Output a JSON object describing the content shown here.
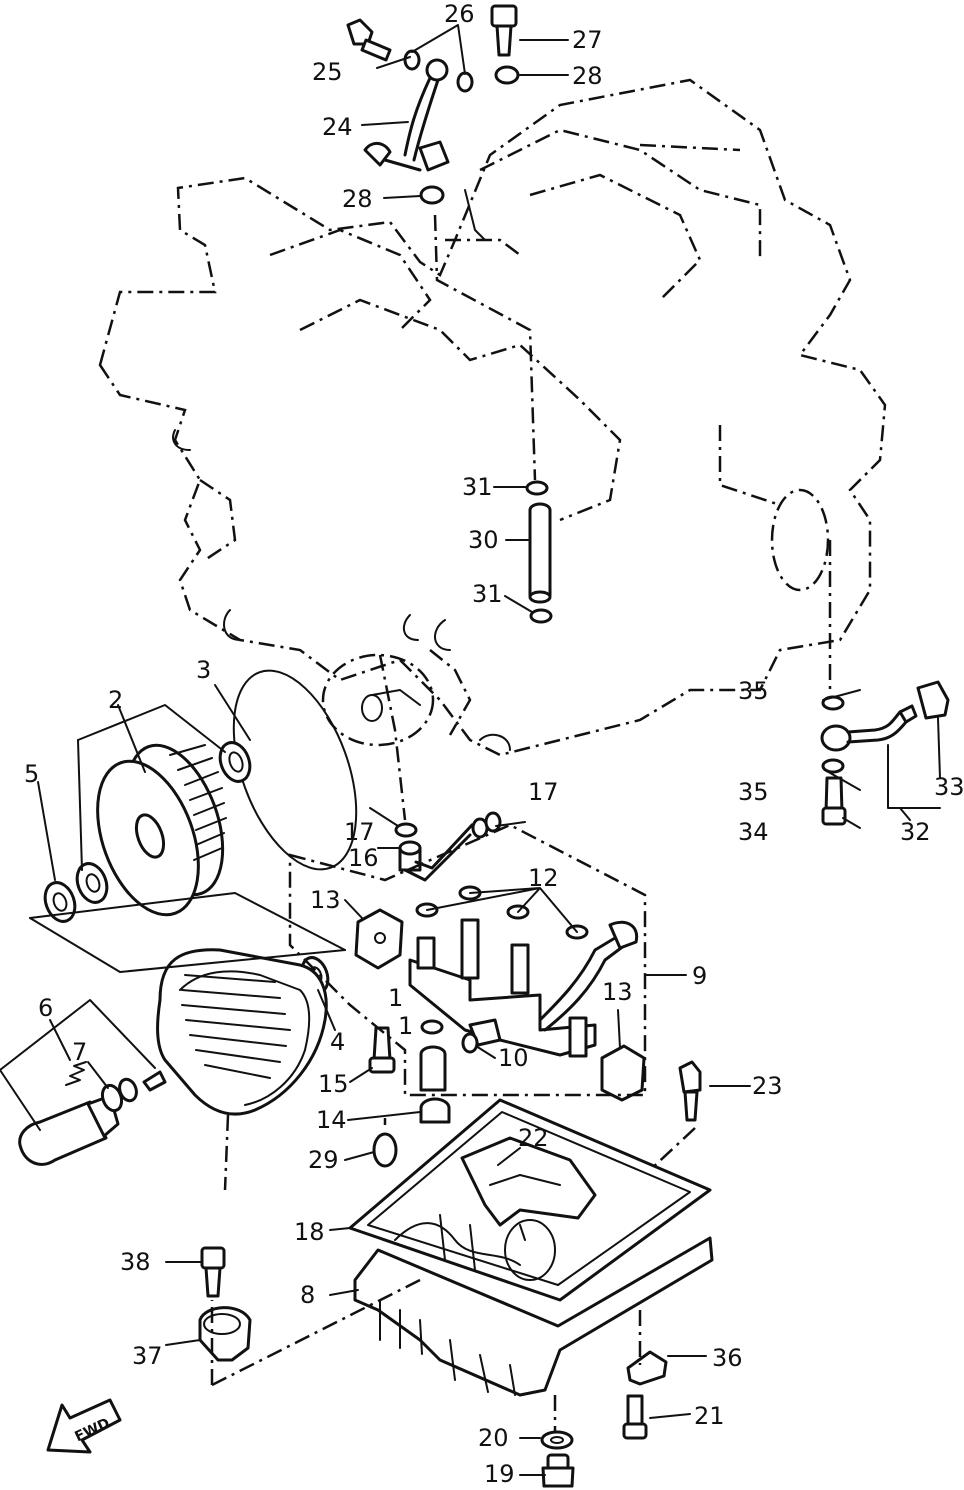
{
  "callouts": [
    {
      "id": "c1a",
      "text": "1"
    },
    {
      "id": "c1b",
      "text": "1"
    },
    {
      "id": "c2",
      "text": "2"
    },
    {
      "id": "c3",
      "text": "3"
    },
    {
      "id": "c4",
      "text": "4"
    },
    {
      "id": "c5",
      "text": "5"
    },
    {
      "id": "c6",
      "text": "6"
    },
    {
      "id": "c7",
      "text": "7"
    },
    {
      "id": "c8",
      "text": "8"
    },
    {
      "id": "c9",
      "text": "9"
    },
    {
      "id": "c10",
      "text": "10"
    },
    {
      "id": "c12",
      "text": "12"
    },
    {
      "id": "c13a",
      "text": "13"
    },
    {
      "id": "c13b",
      "text": "13"
    },
    {
      "id": "c14",
      "text": "14"
    },
    {
      "id": "c15",
      "text": "15"
    },
    {
      "id": "c16",
      "text": "16"
    },
    {
      "id": "c17a",
      "text": "17"
    },
    {
      "id": "c17b",
      "text": "17"
    },
    {
      "id": "c18",
      "text": "18"
    },
    {
      "id": "c19",
      "text": "19"
    },
    {
      "id": "c20",
      "text": "20"
    },
    {
      "id": "c21",
      "text": "21"
    },
    {
      "id": "c22",
      "text": "22"
    },
    {
      "id": "c23",
      "text": "23"
    },
    {
      "id": "c24",
      "text": "24"
    },
    {
      "id": "c25",
      "text": "25"
    },
    {
      "id": "c26",
      "text": "26"
    },
    {
      "id": "c27",
      "text": "27"
    },
    {
      "id": "c28a",
      "text": "28"
    },
    {
      "id": "c28b",
      "text": "28"
    },
    {
      "id": "c29",
      "text": "29"
    },
    {
      "id": "c30",
      "text": "30"
    },
    {
      "id": "c31a",
      "text": "31"
    },
    {
      "id": "c31b",
      "text": "31"
    },
    {
      "id": "c32",
      "text": "32"
    },
    {
      "id": "c33",
      "text": "33"
    },
    {
      "id": "c34",
      "text": "34"
    },
    {
      "id": "c35a",
      "text": "35"
    },
    {
      "id": "c35b",
      "text": "35"
    },
    {
      "id": "c36",
      "text": "36"
    },
    {
      "id": "c37",
      "text": "37"
    },
    {
      "id": "c38",
      "text": "38"
    }
  ],
  "direction_arrow": {
    "label": "FWD",
    "icon": "forward-arrow-icon"
  },
  "colors": {
    "ink": "#111111",
    "paper": "#ffffff"
  }
}
